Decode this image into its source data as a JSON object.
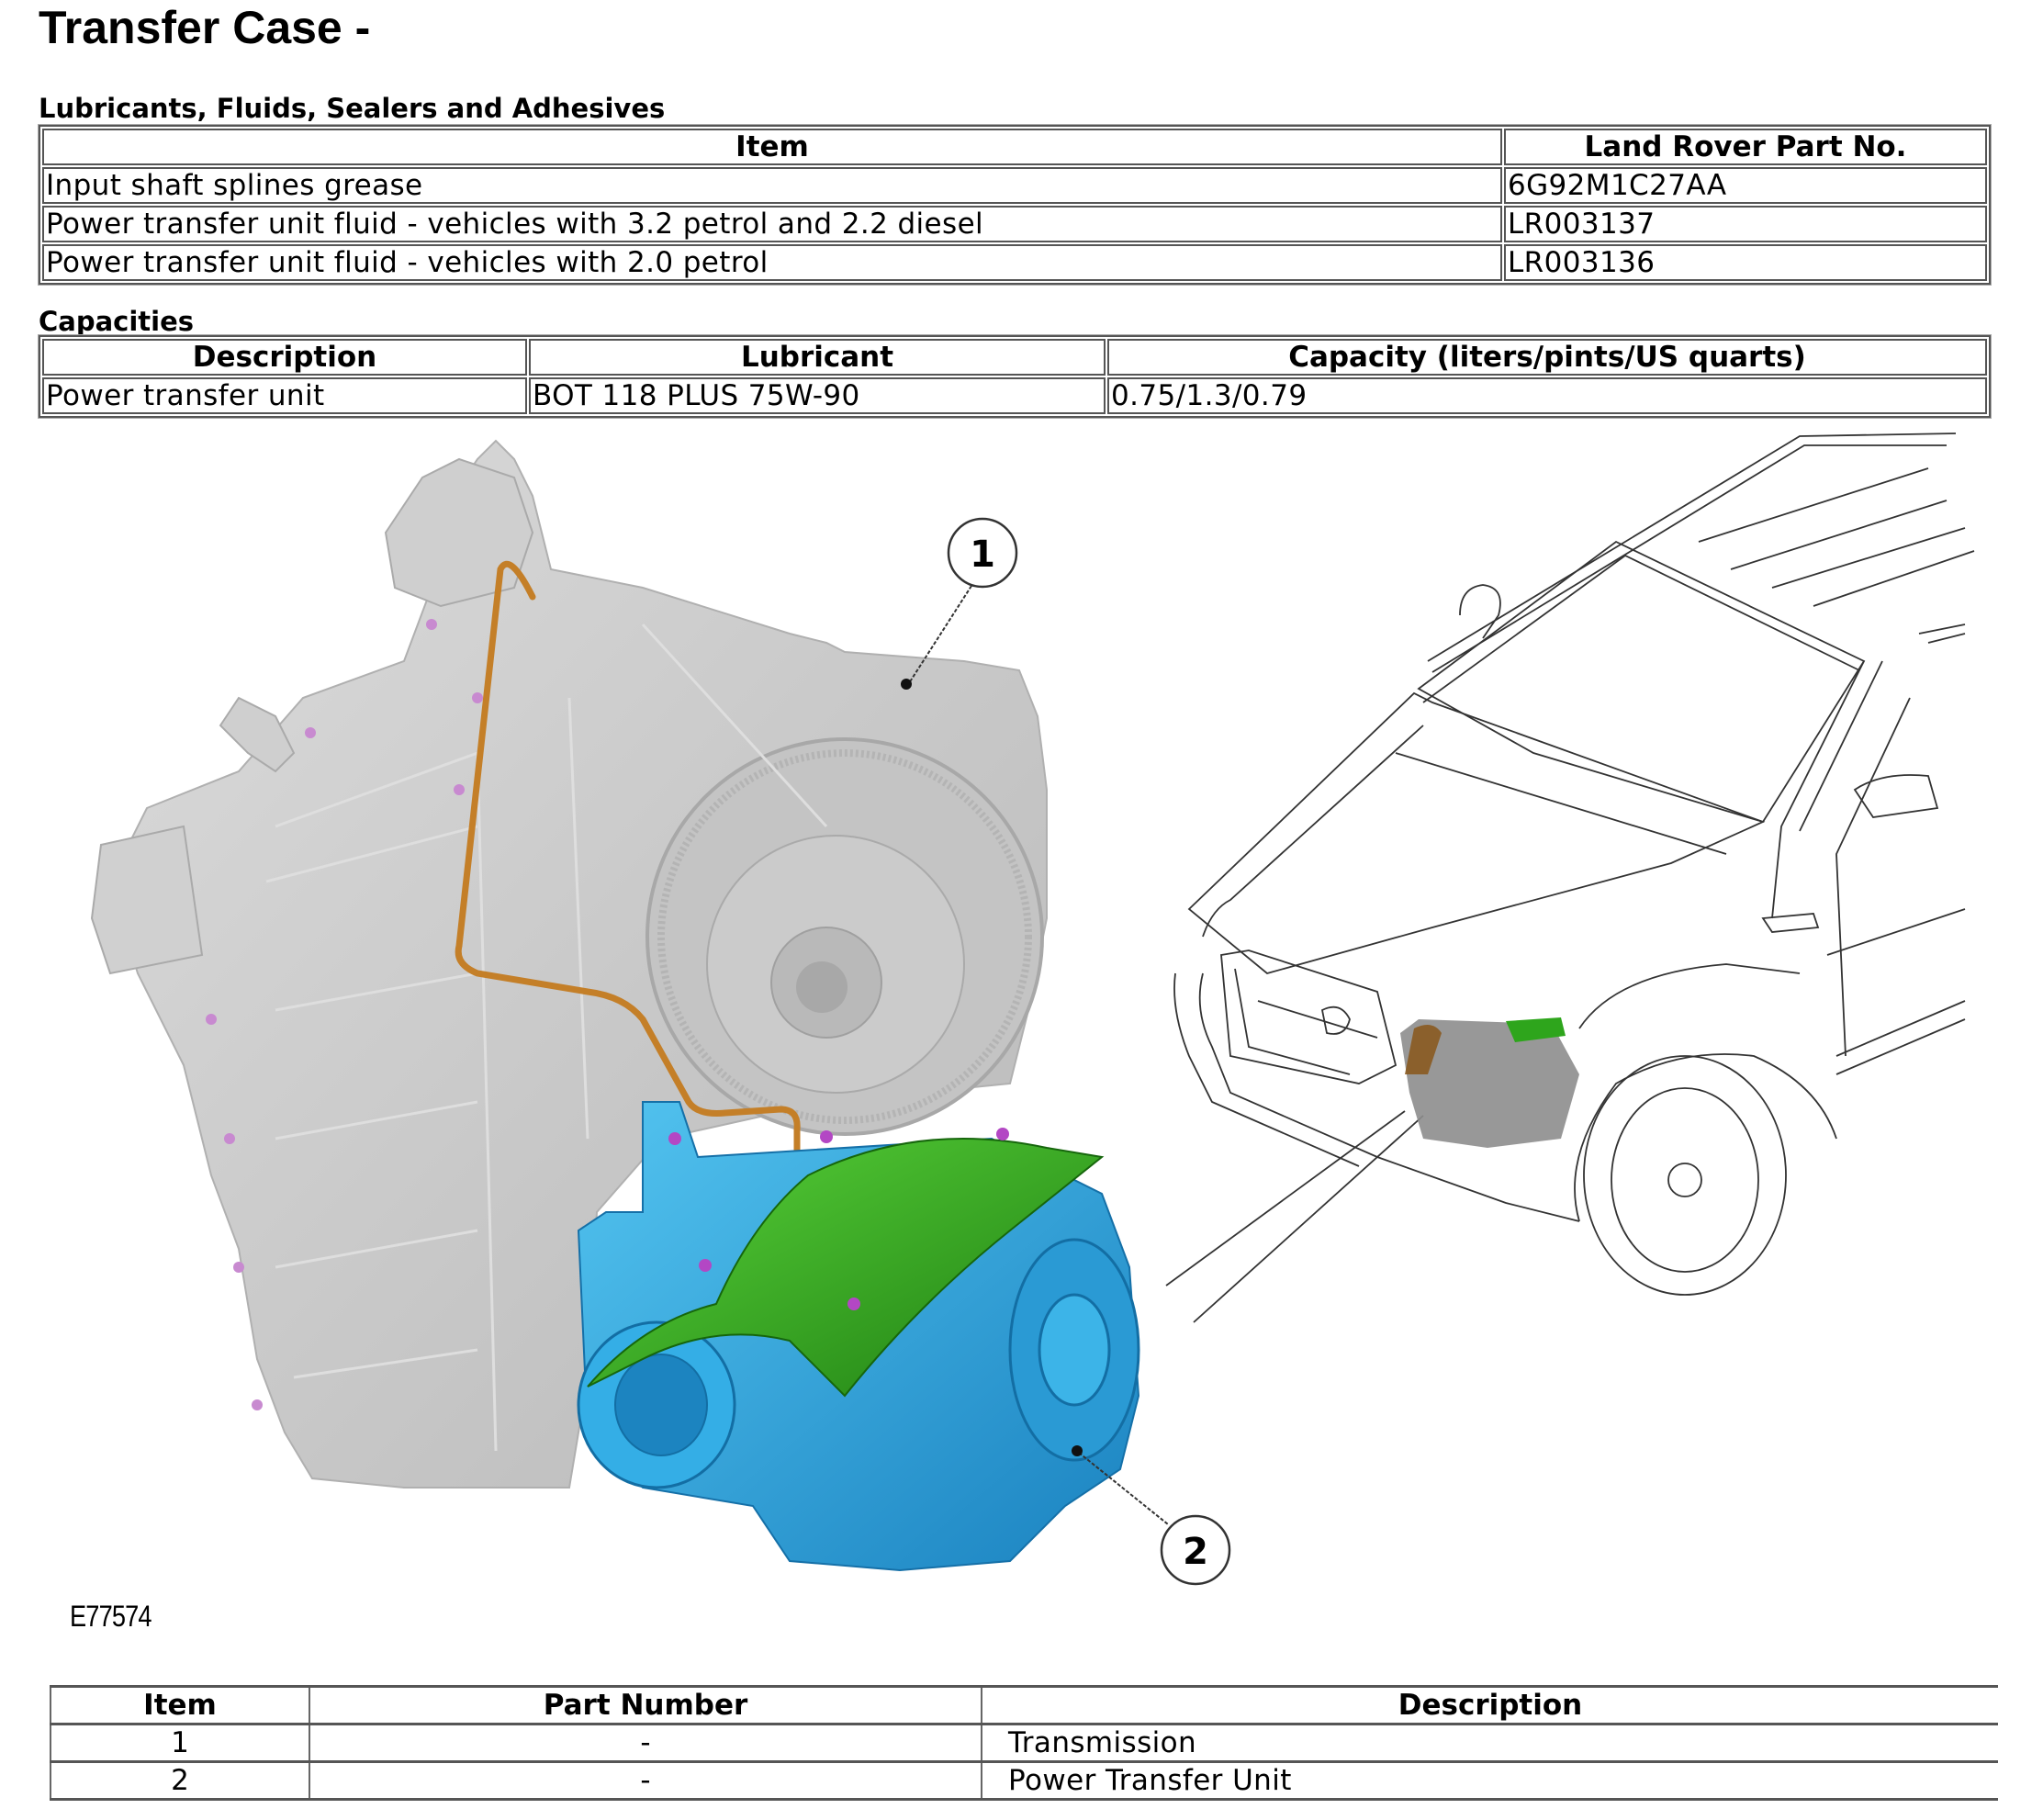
{
  "page": {
    "title": "Transfer Case -"
  },
  "lubricants": {
    "heading": "Lubricants, Fluids, Sealers and Adhesives",
    "columns": [
      "Item",
      "Land Rover Part No."
    ],
    "rows": [
      {
        "item": "Input shaft splines grease",
        "part_no": "6G92M1C27AA"
      },
      {
        "item": "Power transfer unit fluid - vehicles with 3.2 petrol and 2.2 diesel",
        "part_no": "LR003137"
      },
      {
        "item": "Power transfer unit fluid - vehicles with 2.0 petrol",
        "part_no": "LR003136"
      }
    ]
  },
  "capacities": {
    "heading": "Capacities",
    "columns": [
      "Description",
      "Lubricant",
      "Capacity (liters/pints/US quarts)"
    ],
    "rows": [
      {
        "description": "Power transfer unit",
        "lubricant": "BOT 118 PLUS 75W-90",
        "capacity": "0.75/1.3/0.79"
      }
    ]
  },
  "figure": {
    "code": "E77574",
    "callouts": [
      "1",
      "2"
    ],
    "colors": {
      "transmission": "#c9c9c9",
      "transmission_shade": "#a9a9a9",
      "ptu_blue": "#2aa6de",
      "ptu_blue_dark": "#1578b0",
      "ptu_green": "#2e9e1c",
      "ptu_green_light": "#5cc83a",
      "pipe": "#c47f28",
      "bolt": "#b347c4",
      "line": "#333333"
    }
  },
  "parts": {
    "columns": [
      "Item",
      "Part Number",
      "Description"
    ],
    "rows": [
      {
        "item": "1",
        "part_number": "-",
        "description": "Transmission"
      },
      {
        "item": "2",
        "part_number": "-",
        "description": "Power Transfer Unit"
      }
    ]
  }
}
